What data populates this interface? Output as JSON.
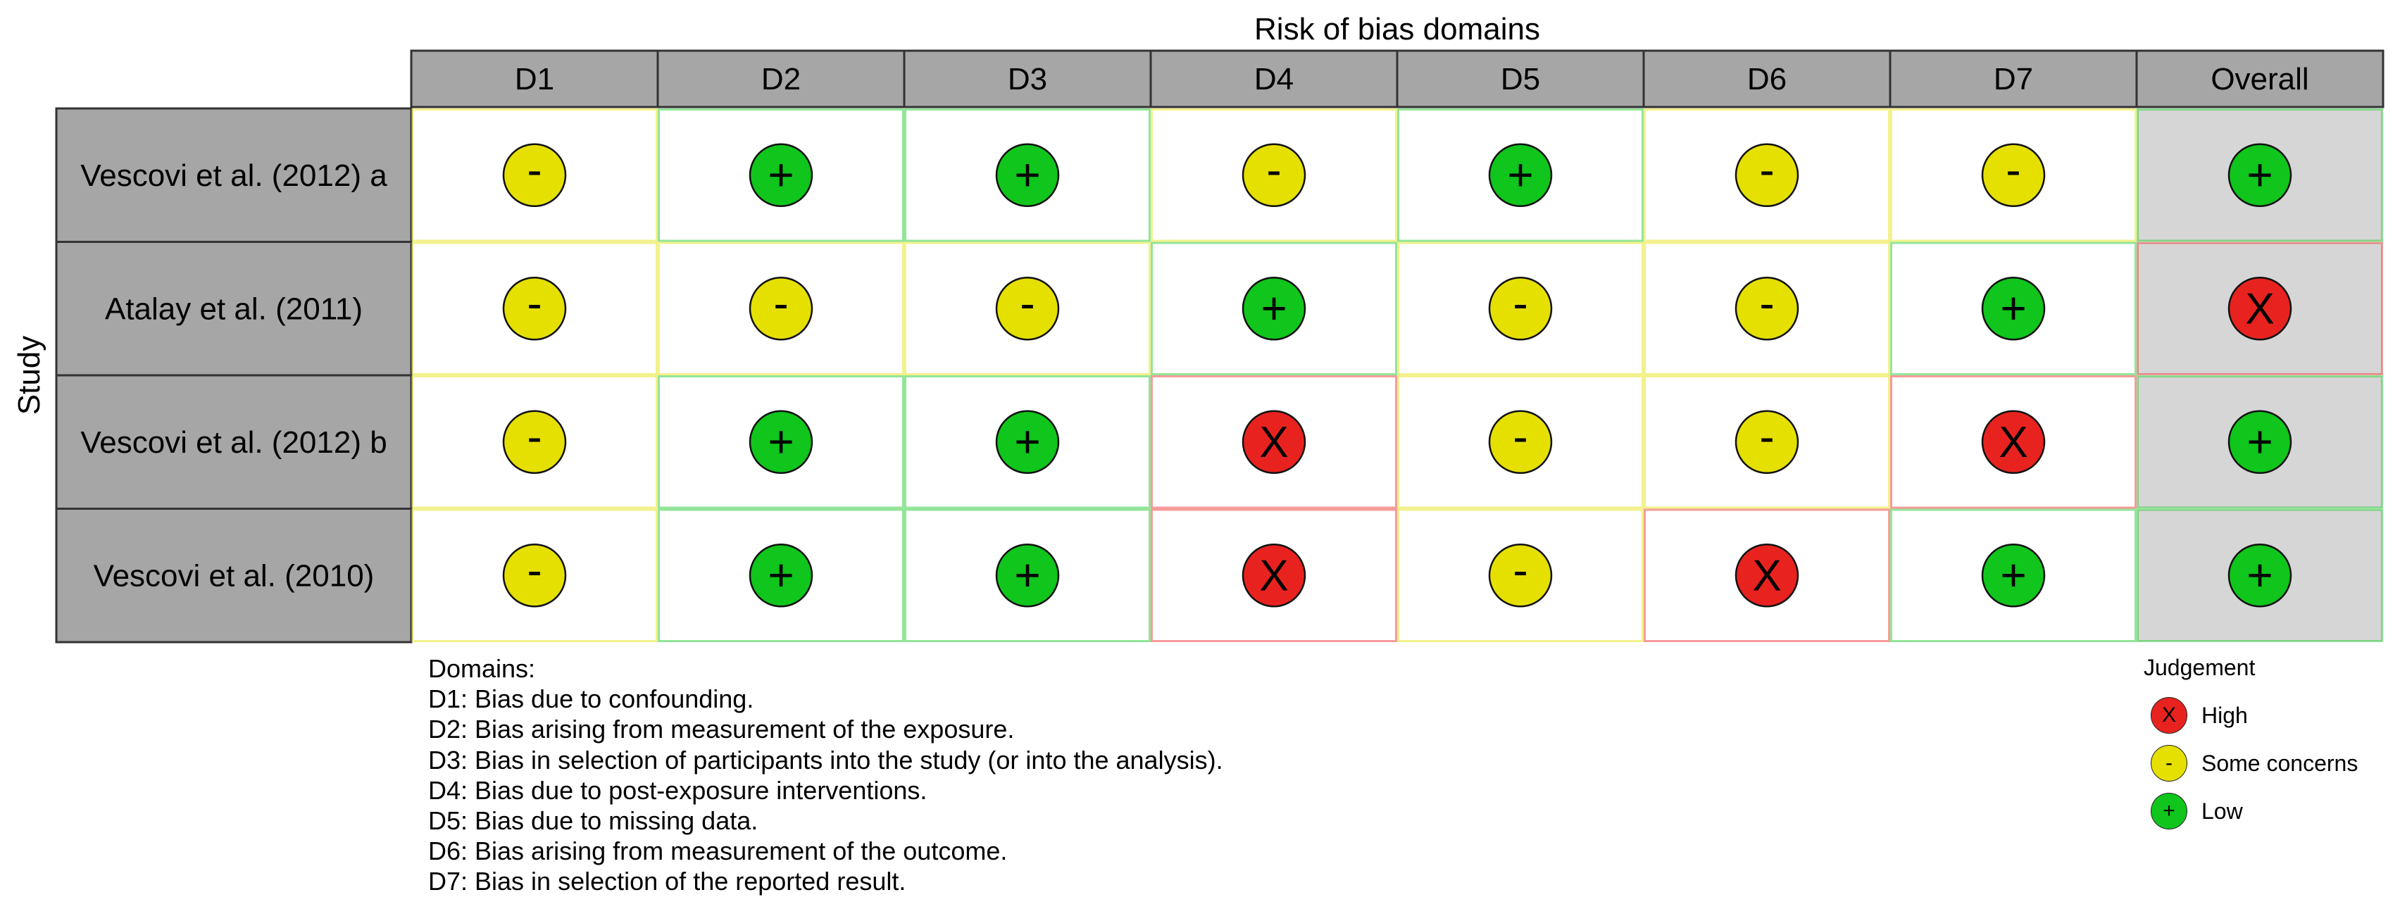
{
  "chart_data": {
    "type": "table",
    "title": "Risk of bias domains",
    "row_axis_label": "Study",
    "columns": [
      "D1",
      "D2",
      "D3",
      "D4",
      "D5",
      "D6",
      "D7",
      "Overall"
    ],
    "studies": [
      {
        "name": "Vescovi et al. (2012) a",
        "judgements": [
          "Some concerns",
          "Low",
          "Low",
          "Some concerns",
          "Low",
          "Some concerns",
          "Some concerns",
          "Low"
        ]
      },
      {
        "name": "Atalay et al. (2011)",
        "judgements": [
          "Some concerns",
          "Some concerns",
          "Some concerns",
          "Low",
          "Some concerns",
          "Some concerns",
          "Low",
          "High"
        ]
      },
      {
        "name": "Vescovi et al. (2012) b",
        "judgements": [
          "Some concerns",
          "Low",
          "Low",
          "High",
          "Some concerns",
          "Some concerns",
          "High",
          "Low"
        ]
      },
      {
        "name": "Vescovi et al. (2010)",
        "judgements": [
          "Some concerns",
          "Low",
          "Low",
          "High",
          "Some concerns",
          "High",
          "Low",
          "Low"
        ]
      }
    ],
    "judgement_levels": {
      "High": {
        "symbol": "X",
        "color": "#e8231f"
      },
      "Some concerns": {
        "symbol": "-",
        "color": "#e5e000"
      },
      "Low": {
        "symbol": "+",
        "color": "#10c51c"
      }
    },
    "domains_legend": {
      "heading": "Domains:",
      "items": [
        "D1: Bias due to confounding.",
        "D2: Bias arising from measurement of the exposure.",
        "D3: Bias in selection of participants into the study (or into the analysis).",
        "D4: Bias due to post-exposure interventions.",
        "D5: Bias due to missing data.",
        "D6: Bias arising from measurement of the outcome.",
        "D7: Bias in selection of the reported result."
      ]
    },
    "judgement_legend": {
      "title": "Judgement",
      "items": [
        {
          "level": "High",
          "label": "High"
        },
        {
          "level": "Some concerns",
          "label": "Some concerns"
        },
        {
          "level": "Low",
          "label": "Low"
        }
      ]
    },
    "colors": {
      "header_fill": "#a6a6a6",
      "study_label_fill": "#a6a6a6",
      "overall_fill": "#d6d6d6",
      "cell_fill": "#ffffff",
      "outline": "#333333"
    }
  }
}
